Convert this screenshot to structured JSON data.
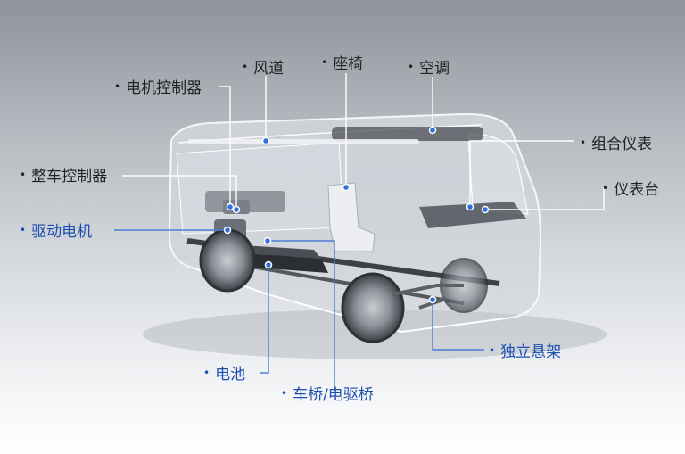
{
  "labels": {
    "motor_controller": "电机控制器",
    "air_duct": "风道",
    "seat": "座椅",
    "air_conditioner": "空调",
    "instrument_cluster": "组合仪表",
    "dashboard": "仪表台",
    "vehicle_controller": "整车控制器",
    "drive_motor": "驱动电机",
    "independent_suspension": "独立悬架",
    "battery": "电池",
    "axle": "车桥/电驱桥"
  },
  "colors": {
    "blue_label": "#1b4fb0",
    "dark_label": "#1f2227",
    "leader_line": "#ffffff",
    "blue_line": "#4a7fd6",
    "marker": "#2f6fe0"
  }
}
